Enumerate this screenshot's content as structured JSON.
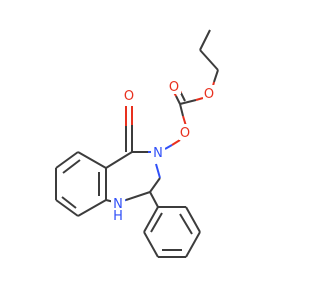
{
  "atoms": {
    "carbonyl_o": {
      "label": "O",
      "color": "#e8301e"
    },
    "ring_n": {
      "label": "N",
      "color": "#3050f8"
    },
    "ester_o": {
      "label": "O",
      "color": "#e8301e"
    },
    "carbonate_o_top": {
      "label": "O",
      "color": "#e8301e"
    },
    "ethoxy_o": {
      "label": "O",
      "color": "#e8301e"
    },
    "amine_n": {
      "label": "N",
      "color": "#3050f8"
    },
    "amine_h": {
      "label": "H",
      "color": "#3050f8"
    }
  },
  "colors": {
    "bond": "#3c3c3c",
    "oxygen": "#e8301e",
    "nitrogen": "#3050f8",
    "background": "#ffffff"
  }
}
